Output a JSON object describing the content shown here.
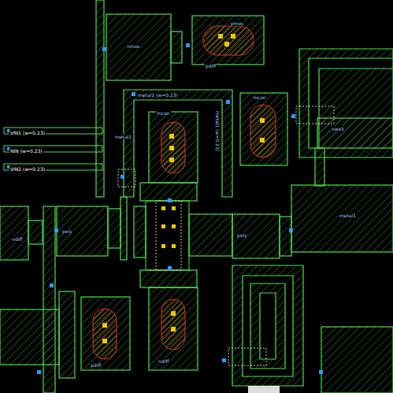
{
  "diagram": {
    "labels": [
      "nmos",
      "pmos",
      "mcon",
      "mcon",
      "VIN1 (w=0.23)",
      "NIN (w=0.23)",
      "VIN2 (w=0.23)",
      "metal1 (w=0.23)",
      "metal1 (w=0.23)",
      "metal1",
      "pdiff",
      "ndiff",
      "poly",
      "poly",
      "nwell",
      "metal1",
      "pdiff",
      "ndiff"
    ]
  }
}
